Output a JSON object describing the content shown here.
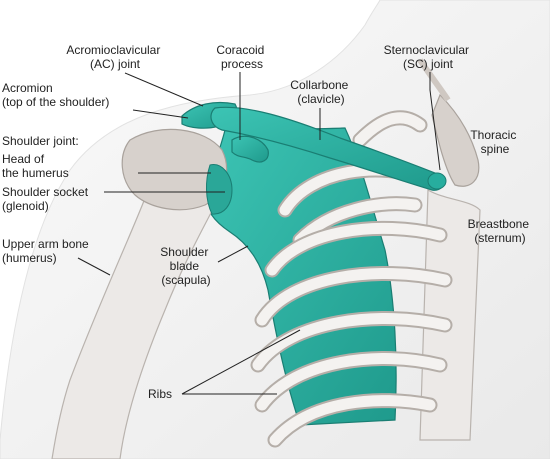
{
  "colors": {
    "highlight": "#2fb5a6",
    "highlight_dark": "#1f8f83",
    "bone": "#ece9e7",
    "skin": "#f3f3f3",
    "label_text": "#222222"
  },
  "labels": {
    "ac_joint": [
      "Acromioclavicular",
      "(AC) joint"
    ],
    "coracoid": [
      "Coracoid",
      "process"
    ],
    "sc_joint": [
      "Sternoclavicular",
      "(SC) joint"
    ],
    "acromion": [
      "Acromion",
      "(top of the shoulder)"
    ],
    "collarbone": [
      "Collarbone",
      "(clavicle)"
    ],
    "shoulder_joint": "Shoulder joint:",
    "head_humerus": [
      "Head of",
      "the humerus"
    ],
    "socket": [
      "Shoulder socket",
      "(glenoid)"
    ],
    "thoracic": [
      "Thoracic",
      "spine"
    ],
    "breastbone": [
      "Breastbone",
      "(sternum)"
    ],
    "upper_arm": [
      "Upper arm bone",
      "(humerus)"
    ],
    "scapula": [
      "Shoulder",
      "blade",
      "(scapula)"
    ],
    "ribs": "Ribs"
  }
}
